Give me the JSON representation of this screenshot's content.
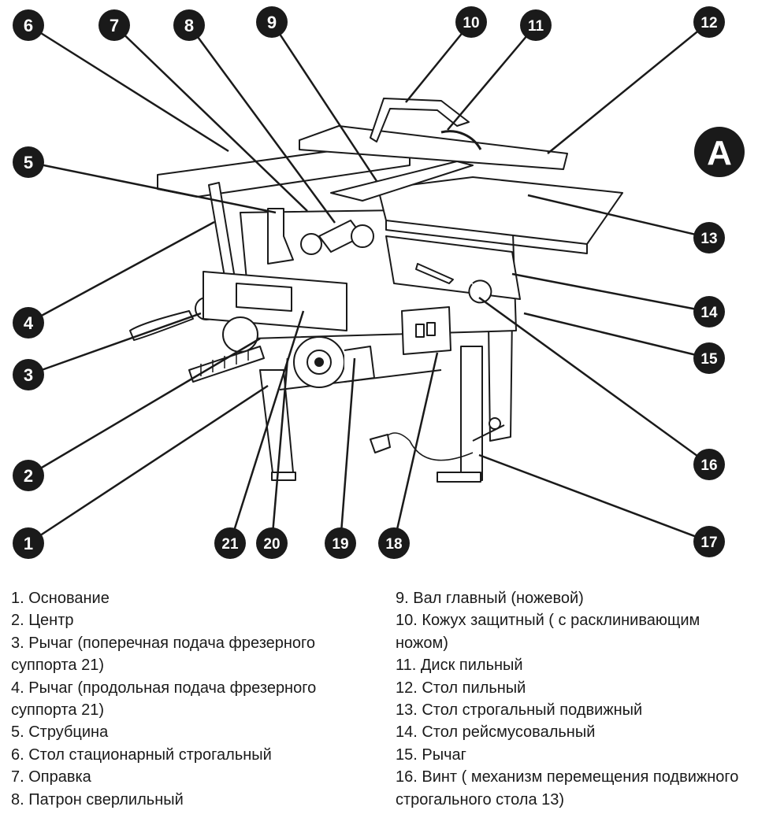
{
  "panel_label": "A",
  "callouts": [
    "1",
    "2",
    "3",
    "4",
    "5",
    "6",
    "7",
    "8",
    "9",
    "10",
    "11",
    "12",
    "13",
    "14",
    "15",
    "16",
    "17",
    "18",
    "19",
    "20",
    "21"
  ],
  "legend_left": [
    "1. Основание",
    "2. Центр",
    "3. Рычаг (поперечная подача фрезерного суппорта 21)",
    "4. Рычаг  (продольная подача фрезерного суппорта 21)",
    "5. Струбцина",
    "6. Стол стационарный строгальный",
    "7. Оправка",
    "8. Патрон сверлильный"
  ],
  "legend_right": [
    "9. Вал главный (ножевой)",
    "10. Кожух защитный ( с расклинивающим ножом)",
    "11. Диск пильный",
    "12. Стол пильный",
    "13. Стол строгальный подвижный",
    "14. Стол рейсмусовальный",
    "15. Рычаг",
    "16. Винт ( механизм перемещения подвижного строгального стола 13)"
  ],
  "colors": {
    "badge": "#1a1a1a",
    "line": "#1a1a1a",
    "background": "#ffffff"
  }
}
